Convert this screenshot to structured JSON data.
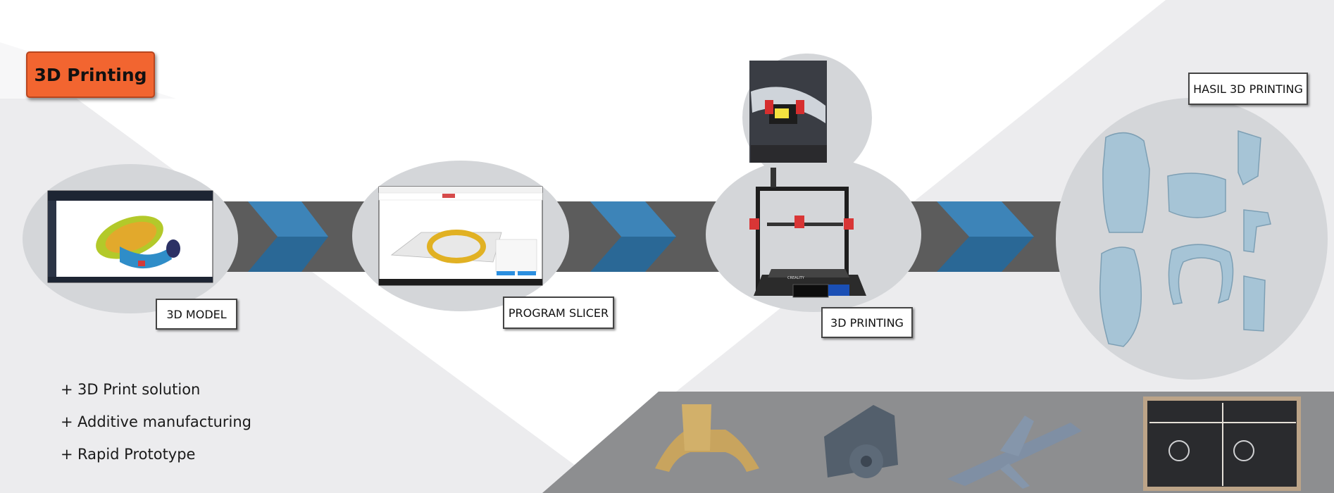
{
  "title": "3D Printing",
  "steps": [
    {
      "label": "3D MODEL"
    },
    {
      "label": "PROGRAM SLICER"
    },
    {
      "label": "3D PRINTING"
    },
    {
      "label": "HASIL 3D PRINTING"
    }
  ],
  "bullets": [
    {
      "sign": "+",
      "text": "3D Print solution"
    },
    {
      "sign": "+",
      "text": "Additive manufacturing"
    },
    {
      "sign": "+",
      "text": "Rapid Prototype"
    }
  ],
  "printer_brand_text": "CREALITY",
  "colors": {
    "title_bg": "#f26530",
    "arrow_light": "#3d84b8",
    "arrow_dark": "#2a6896",
    "band": "#5c5c5c",
    "circle": "#d4d6d9",
    "print_part_blue": "#a6c4d6"
  }
}
